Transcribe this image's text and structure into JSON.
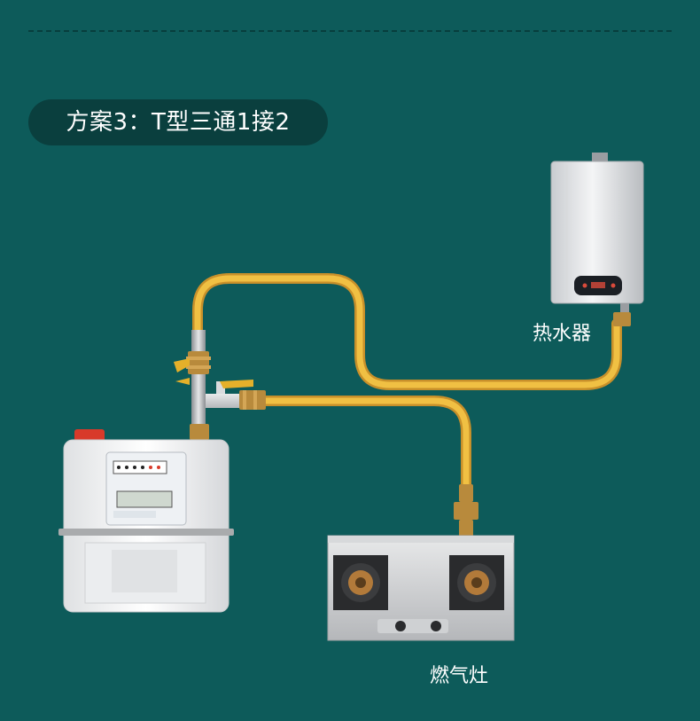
{
  "title": "方案3：T型三通1接2",
  "labels": {
    "heater": "热水器",
    "stove": "燃气灶"
  },
  "colors": {
    "background": "#0d5b5a",
    "pill": "#0a3f3e",
    "hose": "#e9b23a",
    "brass": "#b88a3c"
  }
}
